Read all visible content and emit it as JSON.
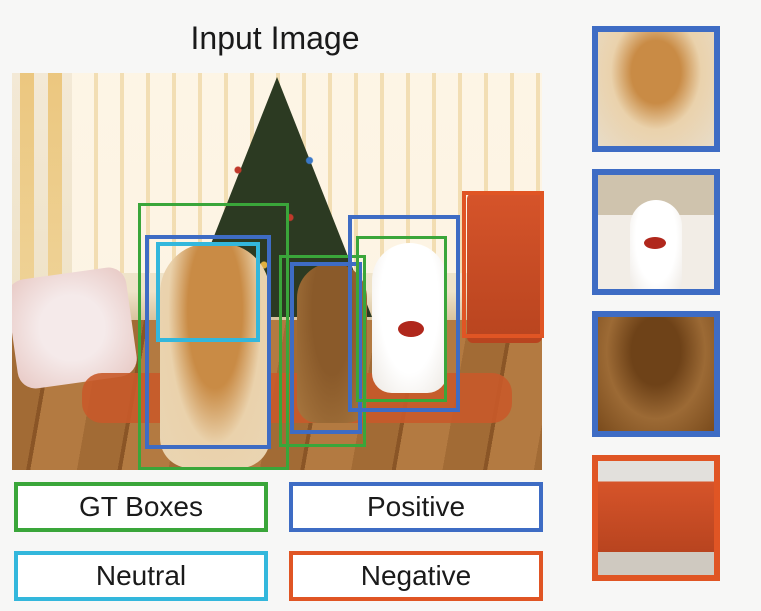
{
  "title": "Input Image",
  "legend": {
    "gt": "GT Boxes",
    "positive": "Positive",
    "neutral": "Neutral",
    "negative": "Negative"
  },
  "colors": {
    "gt": "#3aa63a",
    "positive": "#3e6cc4",
    "neutral": "#33b7dc",
    "negative": "#e05524"
  }
}
